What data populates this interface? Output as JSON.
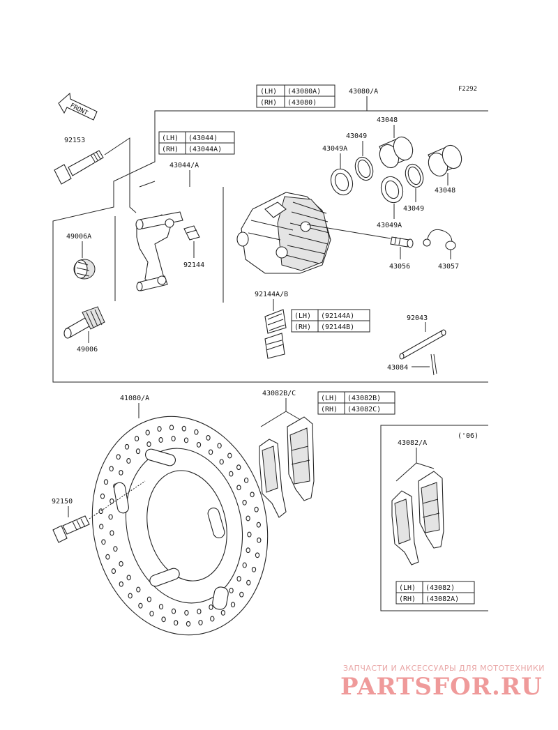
{
  "figure_code": "F2292",
  "front_arrow_text": "FRONT",
  "parts": {
    "p92153": "92153",
    "p49006A": "49006A",
    "p49006": "49006",
    "p43044A": "43044/A",
    "p92144": "92144",
    "p43080A": "43080/A",
    "p43048_top": "43048",
    "p43049_top": "43049",
    "p43049A_top": "43049A",
    "p43048_right": "43048",
    "p43049_right": "43049",
    "p43049A_bottom": "43049A",
    "p43056": "43056",
    "p43057": "43057",
    "p92144AB": "92144A/B",
    "p92043": "92043",
    "p43084": "43084",
    "p41080A": "41080/A",
    "p43082BC": "43082B/C",
    "p92150": "92150",
    "p43082A": "43082/A",
    "note_06": "('06)"
  },
  "tables": {
    "t43080": [
      {
        "side": "(LH)",
        "code": "(43080A)"
      },
      {
        "side": "(RH)",
        "code": "(43080)"
      }
    ],
    "t43044": [
      {
        "side": "(LH)",
        "code": "(43044)"
      },
      {
        "side": "(RH)",
        "code": "(43044A)"
      }
    ],
    "t92144": [
      {
        "side": "(LH)",
        "code": "(92144A)"
      },
      {
        "side": "(RH)",
        "code": "(92144B)"
      }
    ],
    "t43082BC": [
      {
        "side": "(LH)",
        "code": "(43082B)"
      },
      {
        "side": "(RH)",
        "code": "(43082C)"
      }
    ],
    "t43082": [
      {
        "side": "(LH)",
        "code": "(43082)"
      },
      {
        "side": "(RH)",
        "code": "(43082A)"
      }
    ]
  },
  "watermark": {
    "tagline": "ЗАПЧАСТИ И АКСЕССУАРЫ ДЛЯ МОТОТЕХНИКИ",
    "brand": "PARTSFOR.RU"
  }
}
